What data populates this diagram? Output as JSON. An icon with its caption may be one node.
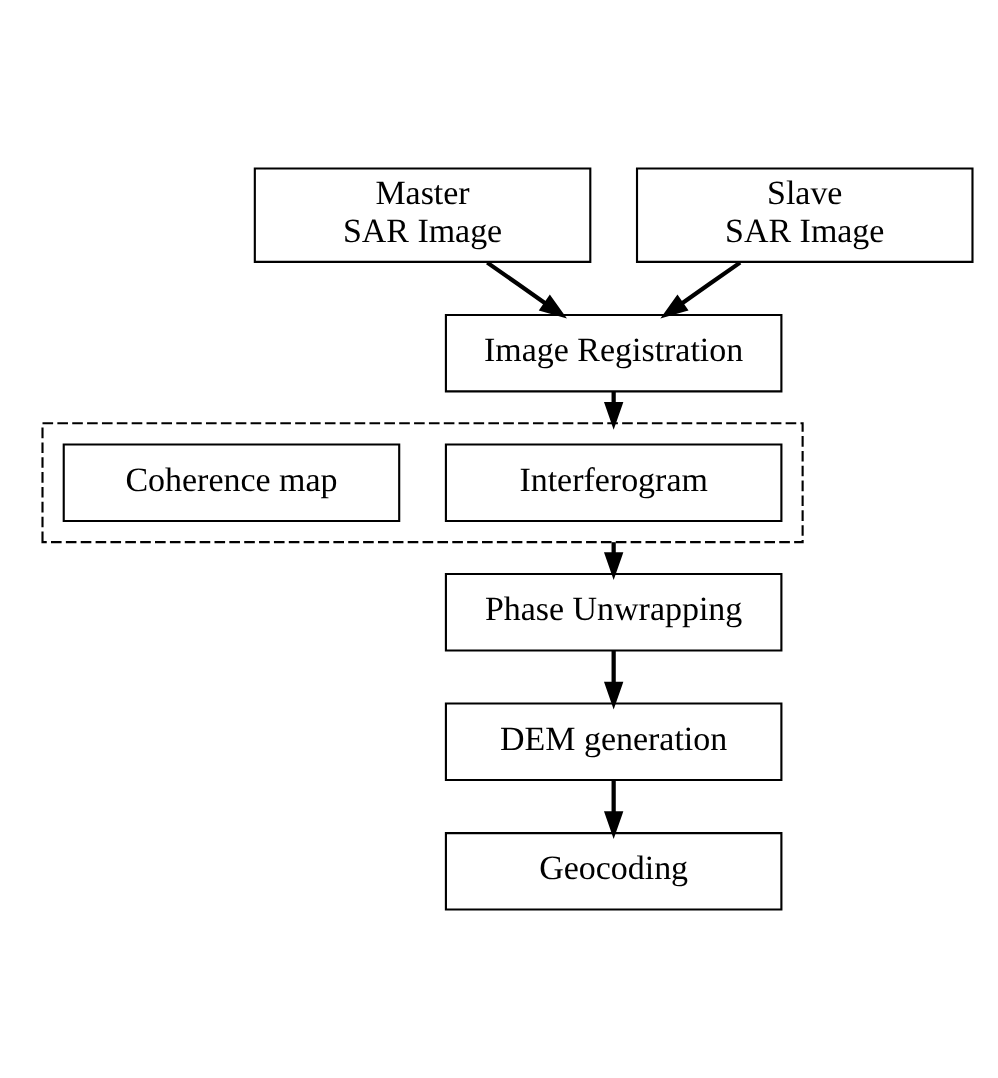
{
  "diagram": {
    "nodes": [
      {
        "text": [
          "Master SAR Image"
        ]
      },
      {
        "text": [
          "Slave SAR Image"
        ]
      },
      {
        "text": [
          "Image Registration"
        ]
      },
      {
        "text": [],
        "shape": "box"
      },
      {
        "text": [
          "Interferogram"
        ],
        "in": 3
      },
      {
        "text": [
          "Coherence map"
        ],
        "in": 3
      },
      {
        "text": [
          "Phase Unwrapping"
        ]
      },
      {
        "text": [
          "DEM generation"
        ]
      },
      {
        "text": [
          "Geocoding"
        ]
      }
    ],
    "edges": [
      {
        "from": 0,
        "to": 2,
        "arrow": "to"
      },
      {
        "from": 1,
        "to": 2,
        "arrow": "to"
      },
      {
        "from": 2,
        "to": 3,
        "arrow": "to"
      },
      {
        "from": 3,
        "to": 6,
        "arrow": "to"
      },
      {
        "from": 6,
        "to": 7,
        "arrow": "to"
      },
      {
        "from": 7,
        "to": 8,
        "arrow": "to"
      }
    ]
  }
}
